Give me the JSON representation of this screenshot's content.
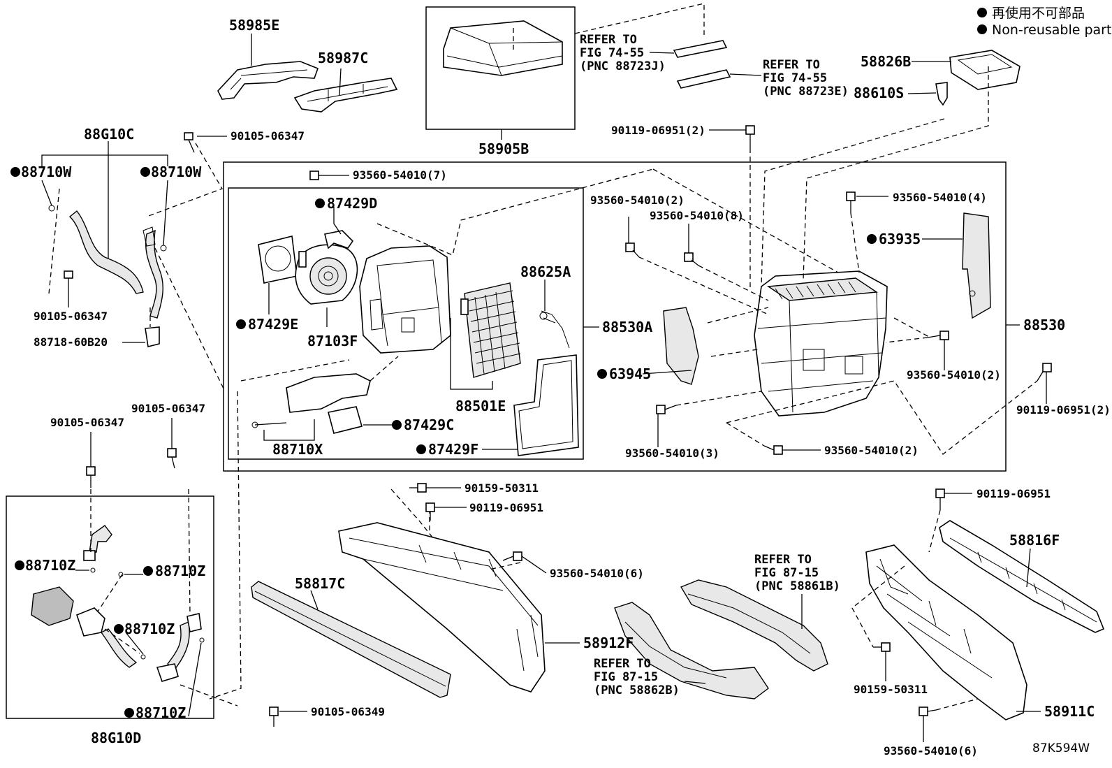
{
  "legend": {
    "line1": "再使用不可部品",
    "line2": "Non-reusable part"
  },
  "diagram_code": "87K594W",
  "labels": {
    "p58985E": "58985E",
    "p58987C": "58987C",
    "p58905B": "58905B",
    "p58826B": "58826B",
    "p88610S": "88610S",
    "p88G10C": "88G10C",
    "p88710W_a": "88710W",
    "p88710W_b": "88710W",
    "p90105_06347_a": "90105-06347",
    "p90105_06347_b": "90105-06347",
    "p90105_06347_c": "90105-06347",
    "p90105_06347_d": "90105-06347",
    "p88718_60B20": "88718-60B20",
    "p90119_06951_a": "90119-06951(2)",
    "p90119_06951_b": "90119-06951(2)",
    "p90119_06951_c": "90119-06951",
    "p90119_06951_d": "90119-06951",
    "p93560_54010_7": "93560-54010(7)",
    "p93560_54010_2a": "93560-54010(2)",
    "p93560_54010_8": "93560-54010(8)",
    "p93560_54010_4": "93560-54010(4)",
    "p93560_54010_2b": "93560-54010(2)",
    "p93560_54010_3": "93560-54010(3)",
    "p93560_54010_2c": "93560-54010(2)",
    "p93560_54010_6a": "93560-54010(6)",
    "p93560_54010_6b": "93560-54010(6)",
    "p87429D": "87429D",
    "p87429E": "87429E",
    "p87103F": "87103F",
    "p88625A": "88625A",
    "p88530A": "88530A",
    "p88530": "88530",
    "p63935": "63935",
    "p63945": "63945",
    "p88501E": "88501E",
    "p87429C": "87429C",
    "p87429F": "87429F",
    "p88710X": "88710X",
    "p88710Z_a": "88710Z",
    "p88710Z_b": "88710Z",
    "p88710Z_c": "88710Z",
    "p88710Z_d": "88710Z",
    "p88G10D": "88G10D",
    "p90159_50311_a": "90159-50311",
    "p90159_50311_b": "90159-50311",
    "p90105_06349": "90105-06349",
    "p58817C": "58817C",
    "p58912F": "58912F",
    "p58816F": "58816F",
    "p58911C": "58911C"
  },
  "refs": {
    "ref1": {
      "l1": "REFER TO",
      "l2": "FIG 74-55",
      "l3": "(PNC 88723J)"
    },
    "ref2": {
      "l1": "REFER TO",
      "l2": "FIG 74-55",
      "l3": "(PNC 88723E)"
    },
    "ref3": {
      "l1": "REFER TO",
      "l2": "FIG 87-15",
      "l3": "(PNC 58861B)"
    },
    "ref4": {
      "l1": "REFER TO",
      "l2": "FIG 87-15",
      "l3": "(PNC 58862B)"
    }
  }
}
